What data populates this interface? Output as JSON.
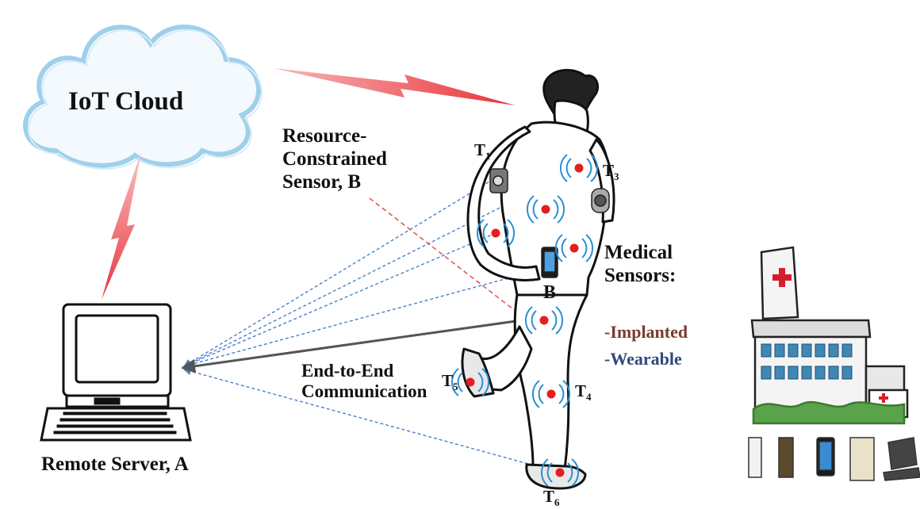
{
  "labels": {
    "cloud": "IoT Cloud",
    "resource_sensor": "Resource-\nConstrained\nSensor, B",
    "medical": "Medical\nSensors:",
    "implanted": "-Implanted",
    "wearable": "-Wearable",
    "end_to_end": "End-to-End\nCommunication",
    "remote_server": "Remote Server, A",
    "b_node": "B"
  },
  "sensor_tags": [
    {
      "letter": "T",
      "sub": "1"
    },
    {
      "letter": "T",
      "sub": "3"
    },
    {
      "letter": "T",
      "sub": "4"
    },
    {
      "letter": "T",
      "sub": "5"
    },
    {
      "letter": "T",
      "sub": "6"
    }
  ],
  "colors": {
    "sensor_dot": "#e41e1e",
    "wave": "#2a8fd4",
    "dashed_link": "#4a7fc9",
    "resource_arrow": "#e05050",
    "lightning": "#e8333a",
    "cloud_edge": "#9fd0ea"
  }
}
